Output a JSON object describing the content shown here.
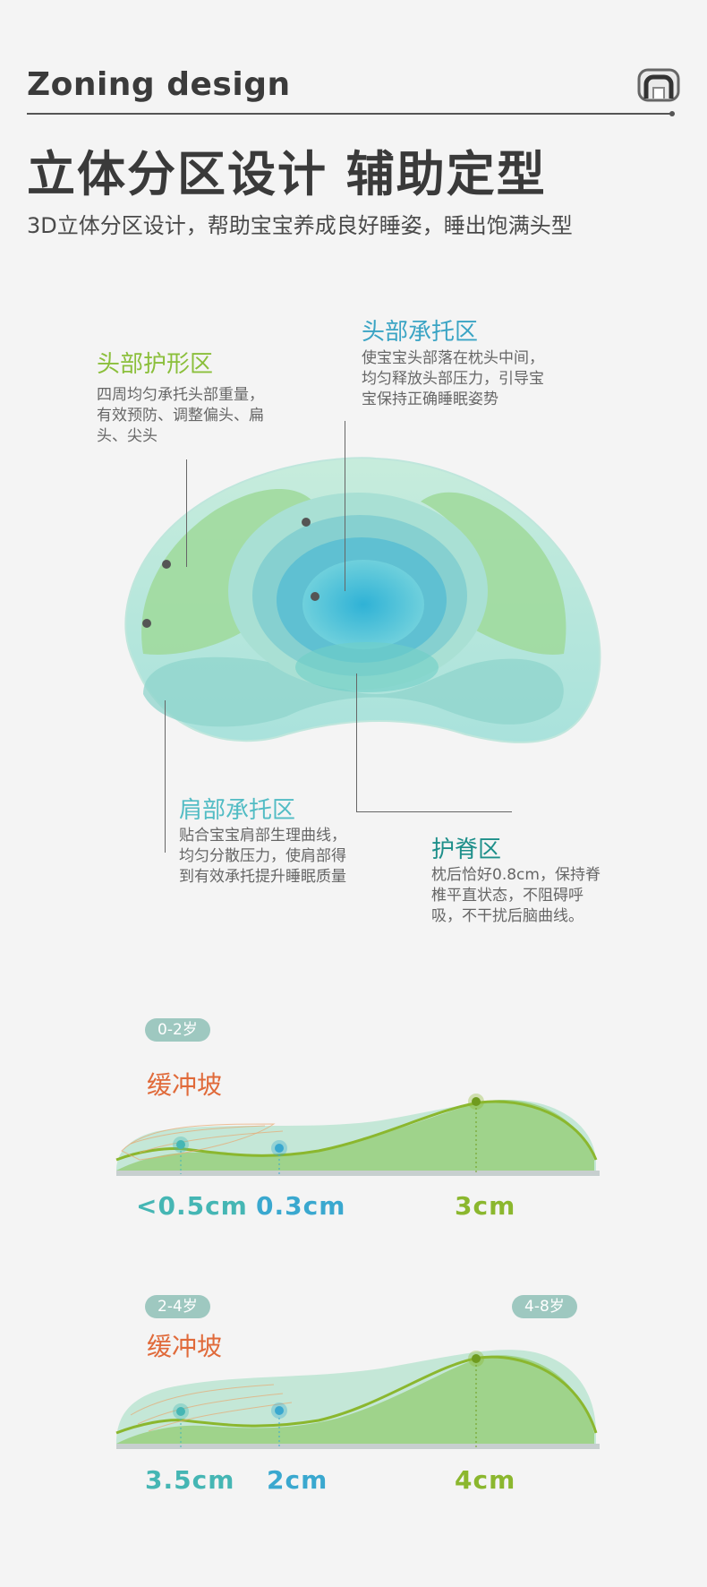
{
  "header": {
    "en_title": "Zoning design",
    "cn_title": "立体分区设计 辅助定型",
    "subtitle": "3D立体分区设计，帮助宝宝养成良好睡姿，睡出饱满头型",
    "logo_icon": "pillow-brand-icon"
  },
  "zones": {
    "head_shape": {
      "title": "头部护形区",
      "desc": [
        "四周均匀承托头部重量，",
        "有效预防、调整偏头、扁",
        "头、尖头"
      ],
      "color": "#8bbf3b"
    },
    "head_support": {
      "title": "头部承托区",
      "desc": [
        "使宝宝头部落在枕头中间，",
        "均匀释放头部压力，引导宝",
        "宝保持正确睡眠姿势"
      ],
      "color": "#3aa4c4"
    },
    "shoulder_support": {
      "title": "肩部承托区",
      "desc": [
        "贴合宝宝肩部生理曲线，",
        "均匀分散压力，使肩部得",
        "到有效承托提升睡眠质量"
      ],
      "color": "#52bcc4"
    },
    "spine_protect": {
      "title": "护脊区",
      "desc": [
        "枕后恰好0.8cm，保持脊",
        "椎平直状态，不阻碍呼",
        "吸，不干扰后脑曲线。"
      ],
      "color": "#1e8f8a"
    }
  },
  "profiles": [
    {
      "badge": "0-2岁",
      "slope_label": "缓冲坡",
      "measures": [
        "<0.5cm",
        "0.3cm",
        "3cm"
      ]
    },
    {
      "badge": "2-4岁",
      "badge_right": "4-8岁",
      "slope_label": "缓冲坡",
      "measures": [
        "3.5cm",
        "2cm",
        "4cm"
      ]
    }
  ],
  "colors": {
    "accent_green": "#8bbf3b",
    "accent_blue": "#3aa4c4",
    "accent_orange": "#e06a3a",
    "badge_bg": "#9ec8c0"
  }
}
